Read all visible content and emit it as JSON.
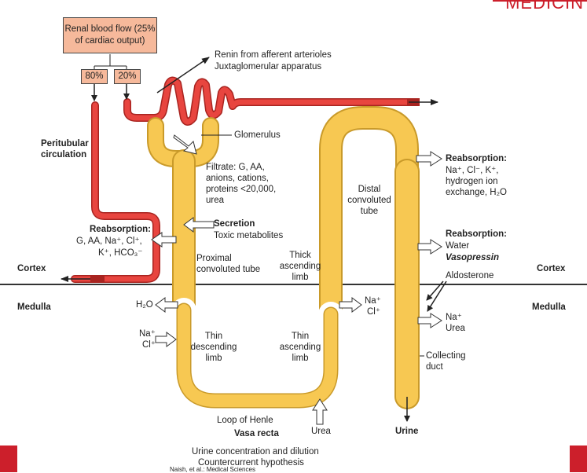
{
  "brand": {
    "text": "MEDICIN"
  },
  "blood_flow": {
    "line1": "Renal blood flow (25%",
    "line2": "of cardiac output)"
  },
  "split": {
    "left": "80%",
    "right": "20%"
  },
  "renin": {
    "line1": "Renin from afferent arterioles",
    "line2": "Juxtaglomerular apparatus"
  },
  "glomerulus": "Glomerulus",
  "peritubular": {
    "line1": "Peritubular",
    "line2": "circulation"
  },
  "filtrate": {
    "line1": "Filtrate: G, AA,",
    "line2": "anions, cations,",
    "line3": "proteins <20,000,",
    "line4": "urea"
  },
  "secretion": {
    "title": "Secretion",
    "text": "Toxic metabolites"
  },
  "reabs_left": {
    "title": "Reabsorption:",
    "line1": "G, AA, Na⁺, Cl⁺,",
    "line2": "K⁺, HCO₃⁻"
  },
  "proximal": {
    "line1": "Proximal",
    "line2": "convoluted tube"
  },
  "thick": {
    "line1": "Thick",
    "line2": "ascending",
    "line3": "limb"
  },
  "distal": {
    "line1": "Distal",
    "line2": "convoluted",
    "line3": "tube"
  },
  "reabs_right1": {
    "title": "Reabsorption:",
    "line1": "Na⁺, Cl⁻, K⁺,",
    "line2": "hydrogen ion",
    "line3": "exchange, H₂O"
  },
  "reabs_right2": {
    "title": "Reabsorption:",
    "line1": "Water",
    "line2": "Vasopressin",
    "line3": "Aldosterone"
  },
  "zones": {
    "cortex_left": "Cortex",
    "cortex_right": "Cortex",
    "medulla_left": "Medulla",
    "medulla_right": "Medulla"
  },
  "h2o": "H₂O",
  "nacl_left": {
    "line1": "Na⁺",
    "line2": "Cl⁺"
  },
  "thin_desc": {
    "line1": "Thin",
    "line2": "descending",
    "line3": "limb"
  },
  "thin_asc": {
    "line1": "Thin",
    "line2": "ascending",
    "line3": "limb"
  },
  "nacl_mid": {
    "line1": "Na⁺",
    "line2": "Cl⁺"
  },
  "na_urea": {
    "line1": "Na⁺",
    "line2": "Urea"
  },
  "collecting": {
    "line1": "Collecting",
    "line2": "duct"
  },
  "loop": "Loop of Henle",
  "vasa": "Vasa recta",
  "urea": "Urea",
  "urine": "Urine",
  "footer": {
    "line1": "Urine concentration and dilution",
    "line2": "Countercurrent hypothesis",
    "cite": "Naish, et al.: Medical Sciences"
  },
  "colors": {
    "tubule": "#f7c852",
    "tubule_edge": "#c99a2a",
    "vessel": "#e8453f",
    "vessel_edge": "#a82420",
    "accent": "#cc1f2b",
    "box": "#f6b99b"
  }
}
